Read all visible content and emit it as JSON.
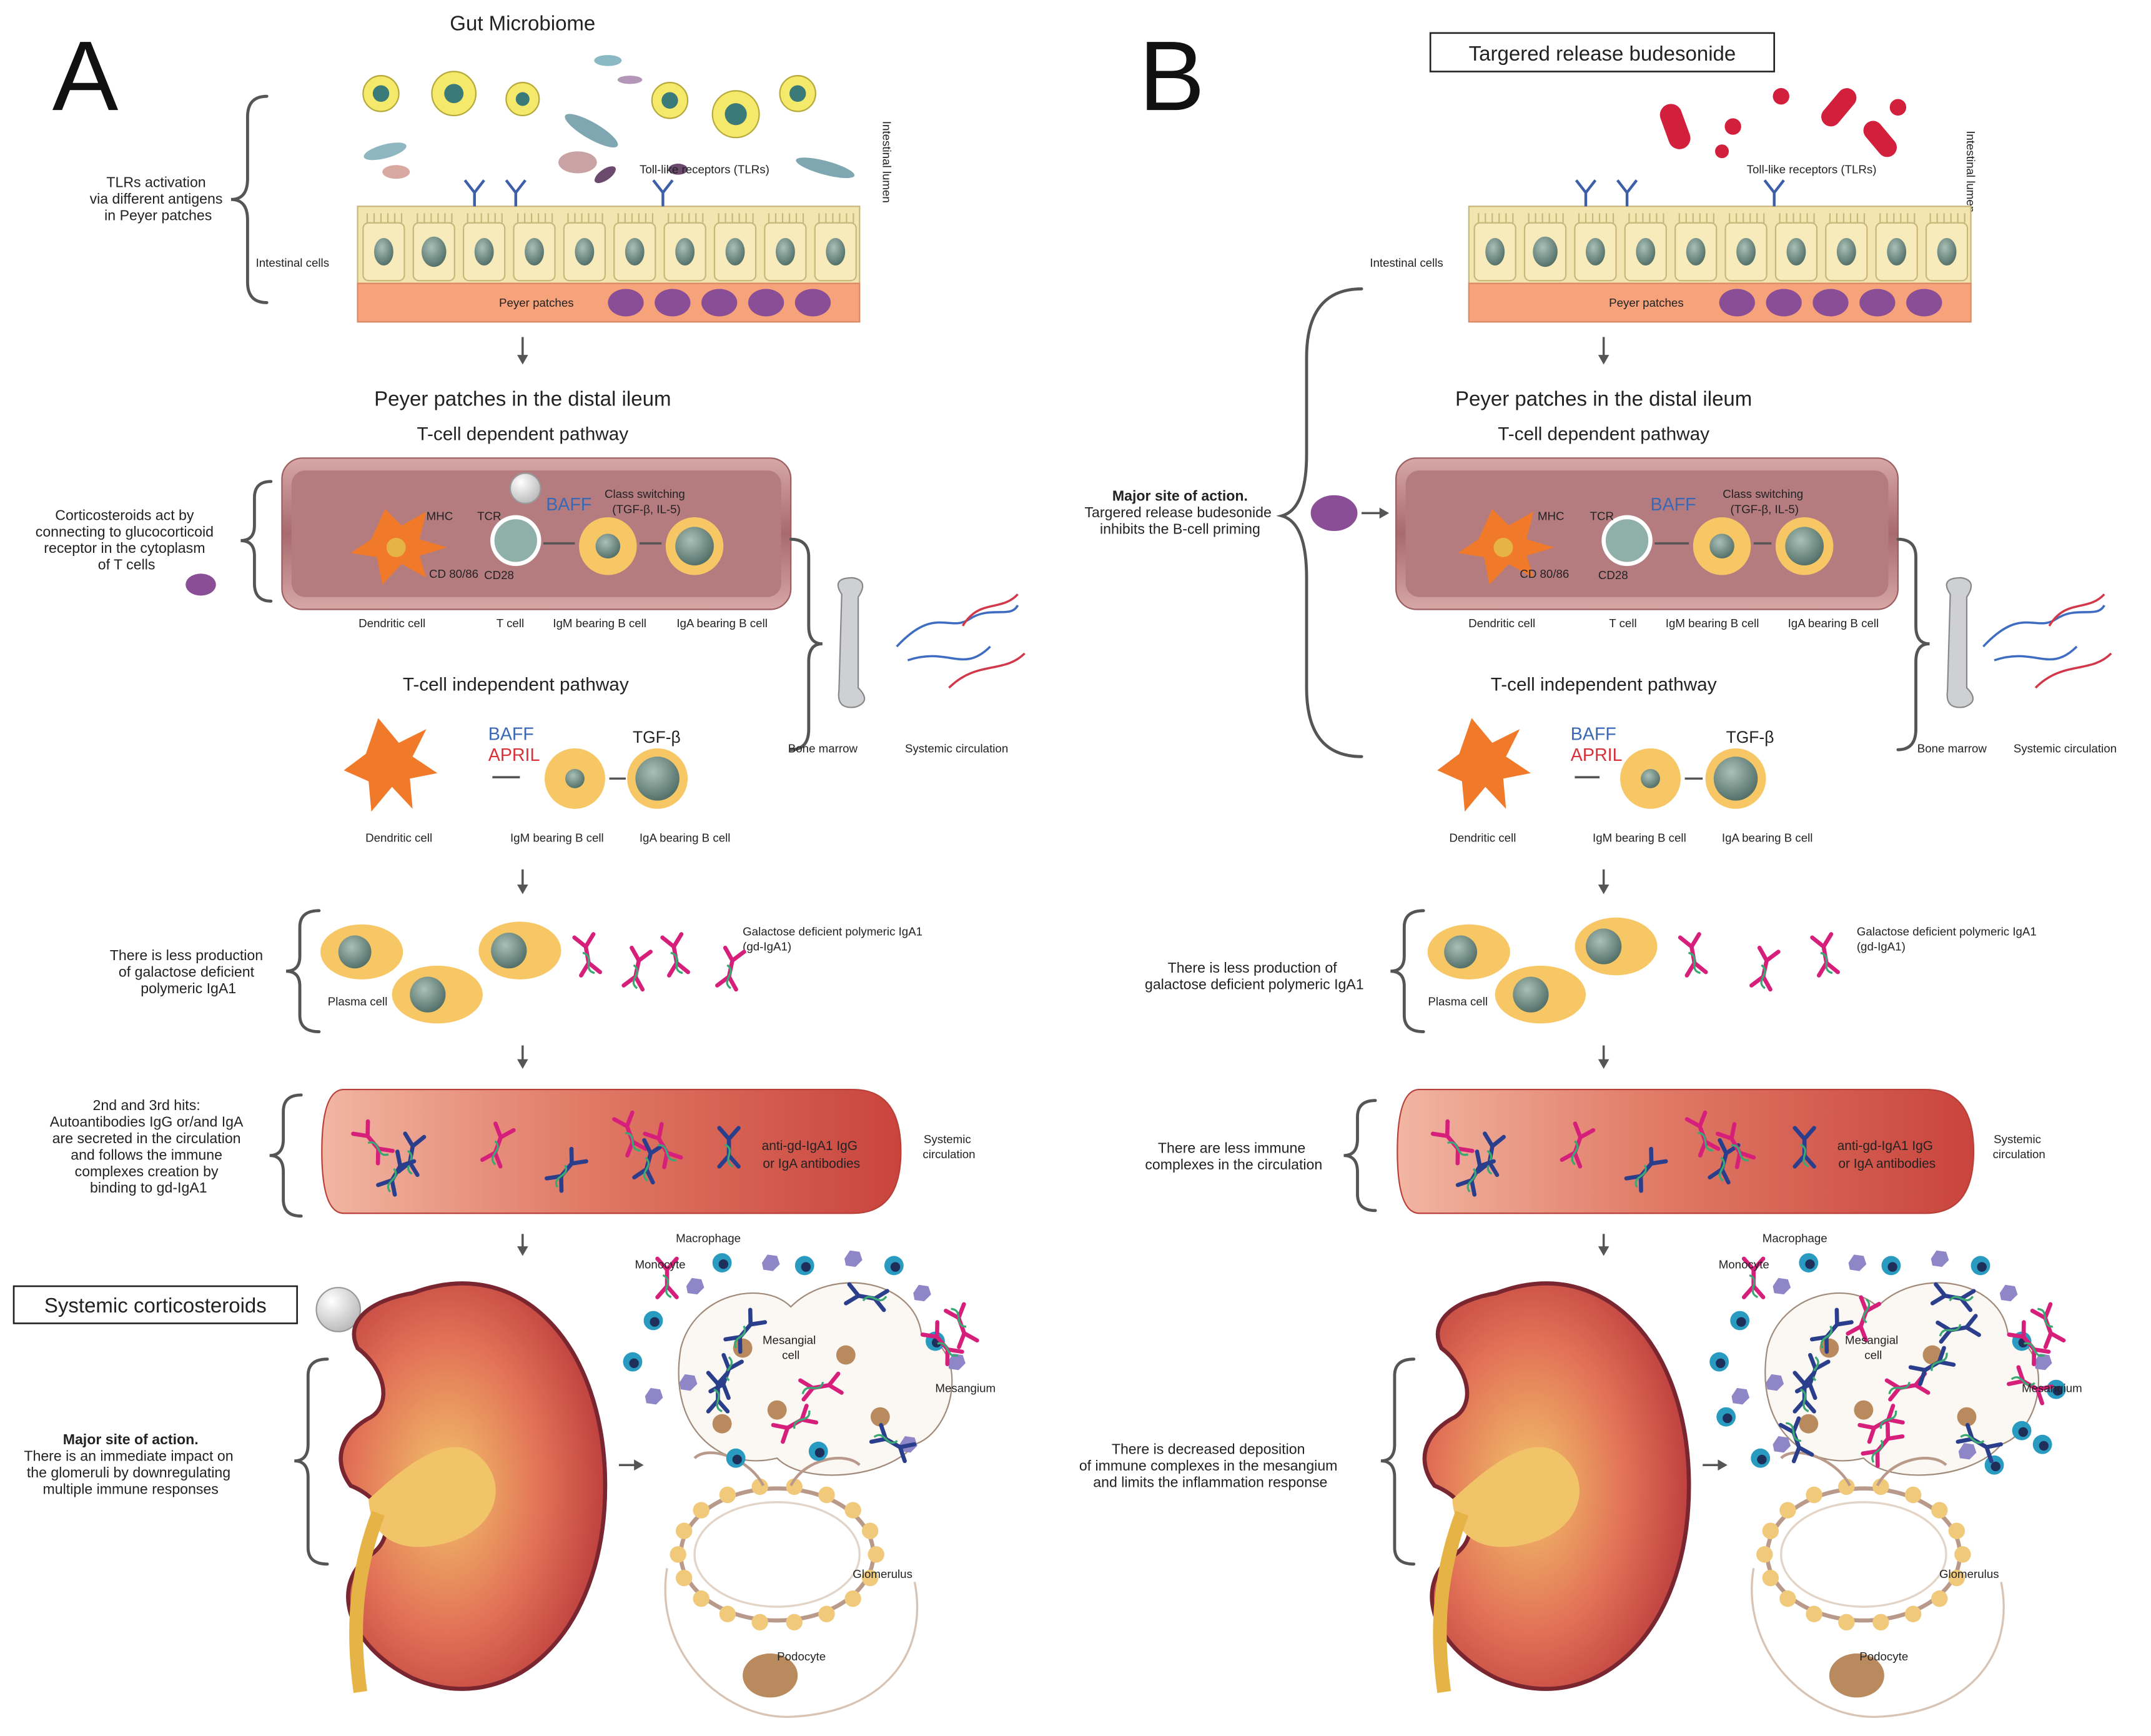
{
  "panel_a": {
    "letter": "A",
    "title": "Gut Microbiome",
    "tlr_note": [
      "TLRs activation",
      "via different antigens",
      "in Peyer patches"
    ],
    "intestinal_cells": "Intestinal cells",
    "tlr_label": "Toll-like receptors (TLRs)",
    "lumen": "Intestinal lumen",
    "peyer": "Peyer patches",
    "distal_ileum": "Peyer patches in the distal ileum",
    "t_dep": "T-cell dependent pathway",
    "cortico_note": [
      "Corticosteroids act by",
      "connecting to glucocorticoid",
      "receptor in the cytoplasm",
      "of T cells"
    ],
    "mhc": "MHC",
    "tcr": "TCR",
    "cd8086": "CD 80/86",
    "cd28": "CD28",
    "baff": "BAFF",
    "class_switch": [
      "Class switching",
      "(TGF-β, IL-5)"
    ],
    "dendritic": "Dendritic cell",
    "tcell": "T cell",
    "igm_b": "IgM bearing B cell",
    "iga_b": "IgA bearing B cell",
    "bone_marrow": "Bone marrow",
    "systemic_circ": "Systemic circulation",
    "t_indep": "T-cell independent pathway",
    "april": "APRIL",
    "tgf": "TGF-β",
    "less_prod": [
      "There is less production",
      "of galactose deficient",
      "polymeric IgA1"
    ],
    "plasma": "Plasma cell",
    "gd_iga1": [
      "Galactose deficient polymeric IgA1",
      "(gd-IgA1)"
    ],
    "hits": [
      "2nd and 3rd hits:",
      "Autoantibodies IgG or/and IgA",
      "are secreted in the circulation",
      "and follows the immune",
      "complexes creation by",
      "binding to gd-IgA1"
    ],
    "anti": [
      "anti-gd-IgA1 IgG",
      "or IgA antibodies"
    ],
    "systemic_circ2": [
      "Systemic",
      "circulation"
    ],
    "sys_cortico": "Systemic corticosteroids",
    "major_title": "Major site of action.",
    "major_body": [
      "There is an immediate impact on",
      "the glomeruli by downregulating",
      "multiple immune responses"
    ],
    "macrophage": "Macrophage",
    "monocyte": "Monocyte",
    "mesangial": [
      "Mesangial",
      "cell"
    ],
    "mesangium": "Mesangium",
    "glomerulus": "Glomerulus",
    "podocyte": "Podocyte"
  },
  "panel_b": {
    "letter": "B",
    "title": "Targered release budesonide",
    "intestinal_cells": "Intestinal cells",
    "tlr_label": "Toll-like receptors (TLRs)",
    "lumen": "Intestinal lumen",
    "peyer": "Peyer patches",
    "distal_ileum": "Peyer patches in the distal ileum",
    "t_dep": "T-cell dependent pathway",
    "major_title": "Major site of action.",
    "major_body": [
      "Targered release budesonide",
      "inhibits the B-cell priming"
    ],
    "mhc": "MHC",
    "tcr": "TCR",
    "cd8086": "CD 80/86",
    "cd28": "CD28",
    "baff": "BAFF",
    "class_switch": [
      "Class switching",
      "(TGF-β, IL-5)"
    ],
    "dendritic": "Dendritic cell",
    "tcell": "T cell",
    "igm_b": "IgM bearing B cell",
    "iga_b": "IgA bearing B cell",
    "bone_marrow": "Bone marrow",
    "systemic_circ": "Systemic circulation",
    "t_indep": "T-cell independent pathway",
    "april": "APRIL",
    "tgf": "TGF-β",
    "less_prod": [
      "There is less production of",
      "galactose deficient polymeric IgA1"
    ],
    "plasma": "Plasma cell",
    "gd_iga1": [
      "Galactose deficient polymeric IgA1",
      "(gd-IgA1)"
    ],
    "less_complex": [
      "There are less immune",
      "complexes in the circulation"
    ],
    "anti": [
      "anti-gd-IgA1 IgG",
      "or IgA antibodies"
    ],
    "systemic_circ2": [
      "Systemic",
      "circulation"
    ],
    "decreased": [
      "There is decreased deposition",
      "of immune complexes in the mesangium",
      "and limits the inflammation response"
    ],
    "macrophage": "Macrophage",
    "monocyte": "Monocyte",
    "mesangial": [
      "Mesangial",
      "cell"
    ],
    "mesangium": "Mesangium",
    "glomerulus": "Glomerulus",
    "podocyte": "Podocyte"
  },
  "colors": {
    "villi": "#f3e5b0",
    "peyer": "#f6a27a",
    "vessel": "#a86a6e",
    "bcell": "#f7c766",
    "nucleus": "#6e8f86",
    "dendritic": "#f07a2a",
    "purple_cell": "#8a4e96",
    "igA": "#d61f7a",
    "igG": "#2a3e8c",
    "circulation": "#e06a5c",
    "kidney": "#c8423f",
    "budesonide": "#d21f3c"
  }
}
